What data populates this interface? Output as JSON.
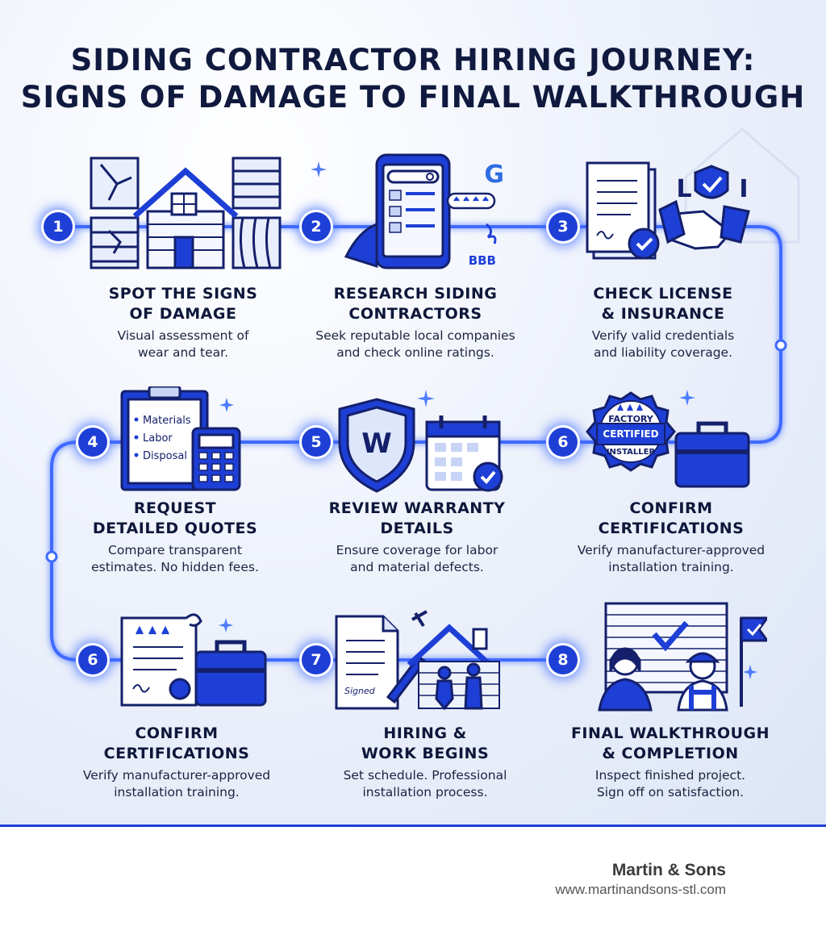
{
  "title": {
    "line1": "SIDING CONTRACTOR HIRING JOURNEY:",
    "line2": "SIGNS OF DAMAGE TO FINAL WALKTHROUGH"
  },
  "steps": [
    {
      "badge": "1",
      "title_l1": "SPOT THE SIGNS",
      "title_l2": "OF DAMAGE",
      "desc_l1": "Visual assessment of",
      "desc_l2": "wear and tear.",
      "icon": "damaged-house-icon"
    },
    {
      "badge": "2",
      "title_l1": "RESEARCH SIDING",
      "title_l2": "CONTRACTORS",
      "desc_l1": "Seek reputable local companies",
      "desc_l2": "and check online ratings.",
      "icon": "phone-search-icon",
      "logo_g": "G",
      "logo_bbb": "BBB"
    },
    {
      "badge": "3",
      "title_l1": "CHECK LICENSE",
      "title_l2": "& INSURANCE",
      "desc_l1": "Verify valid credentials",
      "desc_l2": "and liability coverage.",
      "icon": "license-handshake-icon",
      "letters_l": "L",
      "letters_i": "I"
    },
    {
      "badge": "4",
      "title_l1": "REQUEST",
      "title_l2": "DETAILED QUOTES",
      "desc_l1": "Compare transparent",
      "desc_l2": "estimates. No hidden fees.",
      "icon": "clipboard-calculator-icon",
      "list": [
        "Materials",
        "Labor",
        "Disposal"
      ]
    },
    {
      "badge": "5",
      "title_l1": "REVIEW WARRANTY",
      "title_l2": "DETAILS",
      "desc_l1": "Ensure coverage for labor",
      "desc_l2": "and material defects.",
      "icon": "shield-calendar-icon",
      "shield_letter": "W"
    },
    {
      "badge": "6",
      "title_l1": "CONFIRM",
      "title_l2": "CERTIFICATIONS",
      "desc_l1": "Verify manufacturer-approved",
      "desc_l2": "installation training.",
      "icon": "certified-badge-toolbox-icon",
      "seal_l1": "FACTORY",
      "seal_l2": "CERTIFIED",
      "seal_l3": "INSTALLER"
    },
    {
      "badge": "6",
      "title_l1": "CONFIRM",
      "title_l2": "CERTIFICATIONS",
      "desc_l1": "Verify manufacturer-approved",
      "desc_l2": "installation training.",
      "icon": "certificate-toolbox-icon"
    },
    {
      "badge": "7",
      "title_l1": "HIRING &",
      "title_l2": "WORK BEGINS",
      "desc_l1": "Set schedule. Professional",
      "desc_l2": "installation process.",
      "icon": "contract-workers-icon",
      "signature": "Signed"
    },
    {
      "badge": "8",
      "title_l1": "FINAL WALKTHROUGH",
      "title_l2": "& COMPLETION",
      "desc_l1": "Inspect finished project.",
      "desc_l2": "Sign off on satisfaction.",
      "icon": "walkthrough-people-icon"
    }
  ],
  "footer": {
    "brand_name": "Martin & Sons",
    "brand_url": "www.martinandsons-stl.com"
  },
  "colors": {
    "accent": "#1e3fd6",
    "navy": "#0e173a",
    "glow": "#4f7dff"
  }
}
